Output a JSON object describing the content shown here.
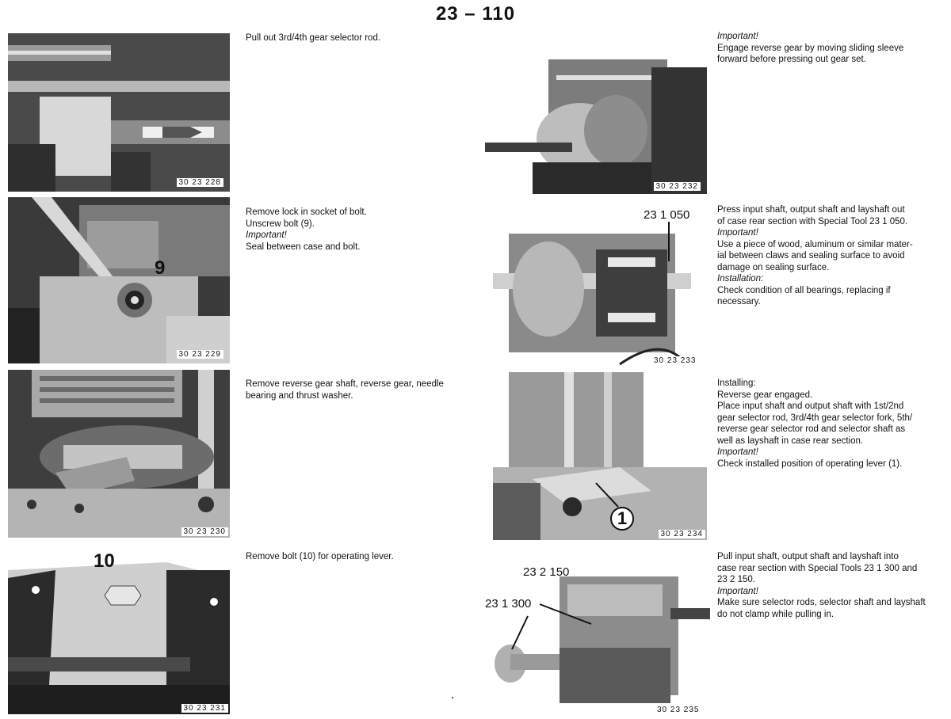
{
  "page": {
    "number": "23 – 110"
  },
  "steps": [
    {
      "photo_id": "30 23 228",
      "callouts": [],
      "lines": [
        {
          "text": "Pull out 3rd/4th gear selector rod.",
          "italic": false
        }
      ]
    },
    {
      "photo_id": "30 23 229",
      "callouts": [
        "9"
      ],
      "lines": [
        {
          "text": "Remove lock in socket of bolt.",
          "italic": false
        },
        {
          "text": "Unscrew bolt (9).",
          "italic": false
        },
        {
          "text": "Important!",
          "italic": true
        },
        {
          "text": "Seal between case and bolt.",
          "italic": false
        }
      ]
    },
    {
      "photo_id": "30 23 230",
      "callouts": [],
      "lines": [
        {
          "text": "Remove reverse gear shaft, reverse gear, needle",
          "italic": false
        },
        {
          "text": "bearing and thrust washer.",
          "italic": false
        }
      ]
    },
    {
      "photo_id": "30 23 231",
      "callouts": [
        "10"
      ],
      "lines": [
        {
          "text": "Remove bolt (10) for operating lever.",
          "italic": false
        }
      ]
    },
    {
      "photo_id": "30 23 232",
      "callouts": [],
      "lines": [
        {
          "text": "Important!",
          "italic": true
        },
        {
          "text": "Engage reverse gear by moving sliding sleeve",
          "italic": false
        },
        {
          "text": "forward before pressing out gear set.",
          "italic": false
        }
      ]
    },
    {
      "photo_id": "30 23 233",
      "callouts": [
        "23 1 050"
      ],
      "lines": [
        {
          "text": "Press input shaft, output shaft and layshaft out",
          "italic": false
        },
        {
          "text": "of case rear section with Special Tool 23 1 050.",
          "italic": false
        },
        {
          "text": "Important!",
          "italic": true
        },
        {
          "text": "Use a piece of wood, aluminum or similar mater-",
          "italic": false
        },
        {
          "text": "ial between claws and sealing surface to avoid",
          "italic": false
        },
        {
          "text": "damage on sealing surface.",
          "italic": false
        },
        {
          "text": "Installation:",
          "italic": true
        },
        {
          "text": "Check condition of all bearings, replacing if",
          "italic": false
        },
        {
          "text": "necessary.",
          "italic": false
        }
      ]
    },
    {
      "photo_id": "30 23 234",
      "callouts": [
        "1"
      ],
      "lines": [
        {
          "text": "Installing:",
          "italic": false
        },
        {
          "text": "Reverse gear engaged.",
          "italic": false
        },
        {
          "text": "Place input shaft and output shaft with 1st/2nd",
          "italic": false
        },
        {
          "text": "gear selector rod, 3rd/4th gear selector fork, 5th/",
          "italic": false
        },
        {
          "text": "reverse gear selector rod and selector shaft as",
          "italic": false
        },
        {
          "text": "well as layshaft in case rear section.",
          "italic": false
        },
        {
          "text": "Important!",
          "italic": true
        },
        {
          "text": "Check installed position of operating lever (1).",
          "italic": false
        }
      ]
    },
    {
      "photo_id": "30 23 235",
      "callouts": [
        "23 2 150",
        "23 1 300"
      ],
      "lines": [
        {
          "text": "Pull input shaft, output shaft and layshaft into",
          "italic": false
        },
        {
          "text": "case rear section with Special Tools 23 1 300 and",
          "italic": false
        },
        {
          "text": "23 2 150.",
          "italic": false
        },
        {
          "text": "Important!",
          "italic": true
        },
        {
          "text": "Make sure selector rods, selector shaft and layshaft",
          "italic": false
        },
        {
          "text": "do not clamp while pulling in.",
          "italic": false
        }
      ]
    }
  ]
}
